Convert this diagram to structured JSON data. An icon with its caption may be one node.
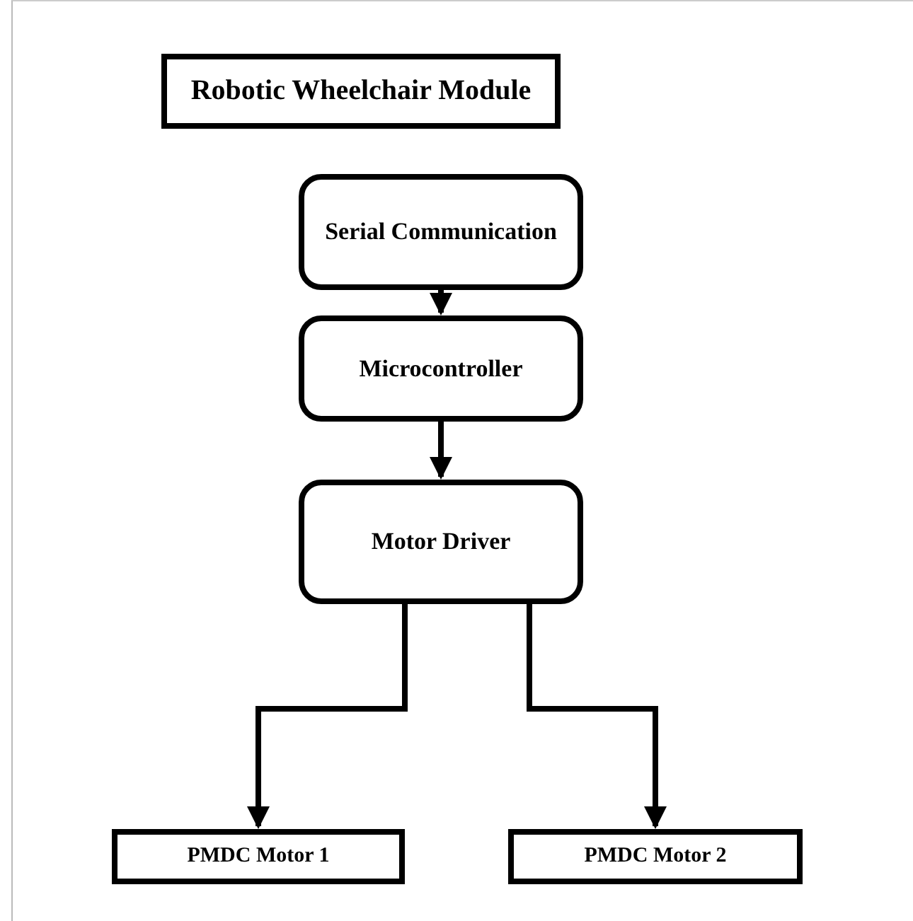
{
  "diagram": {
    "title": "Robotic Wheelchair Module",
    "nodes": [
      {
        "text": [
          "Serial Communication"
        ]
      },
      {
        "text": [
          "Microcontroller"
        ]
      },
      {
        "text": [
          "Motor Driver"
        ]
      },
      {
        "text": [
          "PMDC Motor 1"
        ]
      },
      {
        "text": [
          "PMDC Motor 2"
        ]
      }
    ],
    "edges": [
      {
        "from": 0,
        "to": 1,
        "arrow": "to"
      },
      {
        "from": 1,
        "to": 2,
        "arrow": "to"
      },
      {
        "from": 2,
        "to": 3,
        "arrow": "to"
      },
      {
        "from": 2,
        "to": 4,
        "arrow": "to"
      }
    ]
  }
}
